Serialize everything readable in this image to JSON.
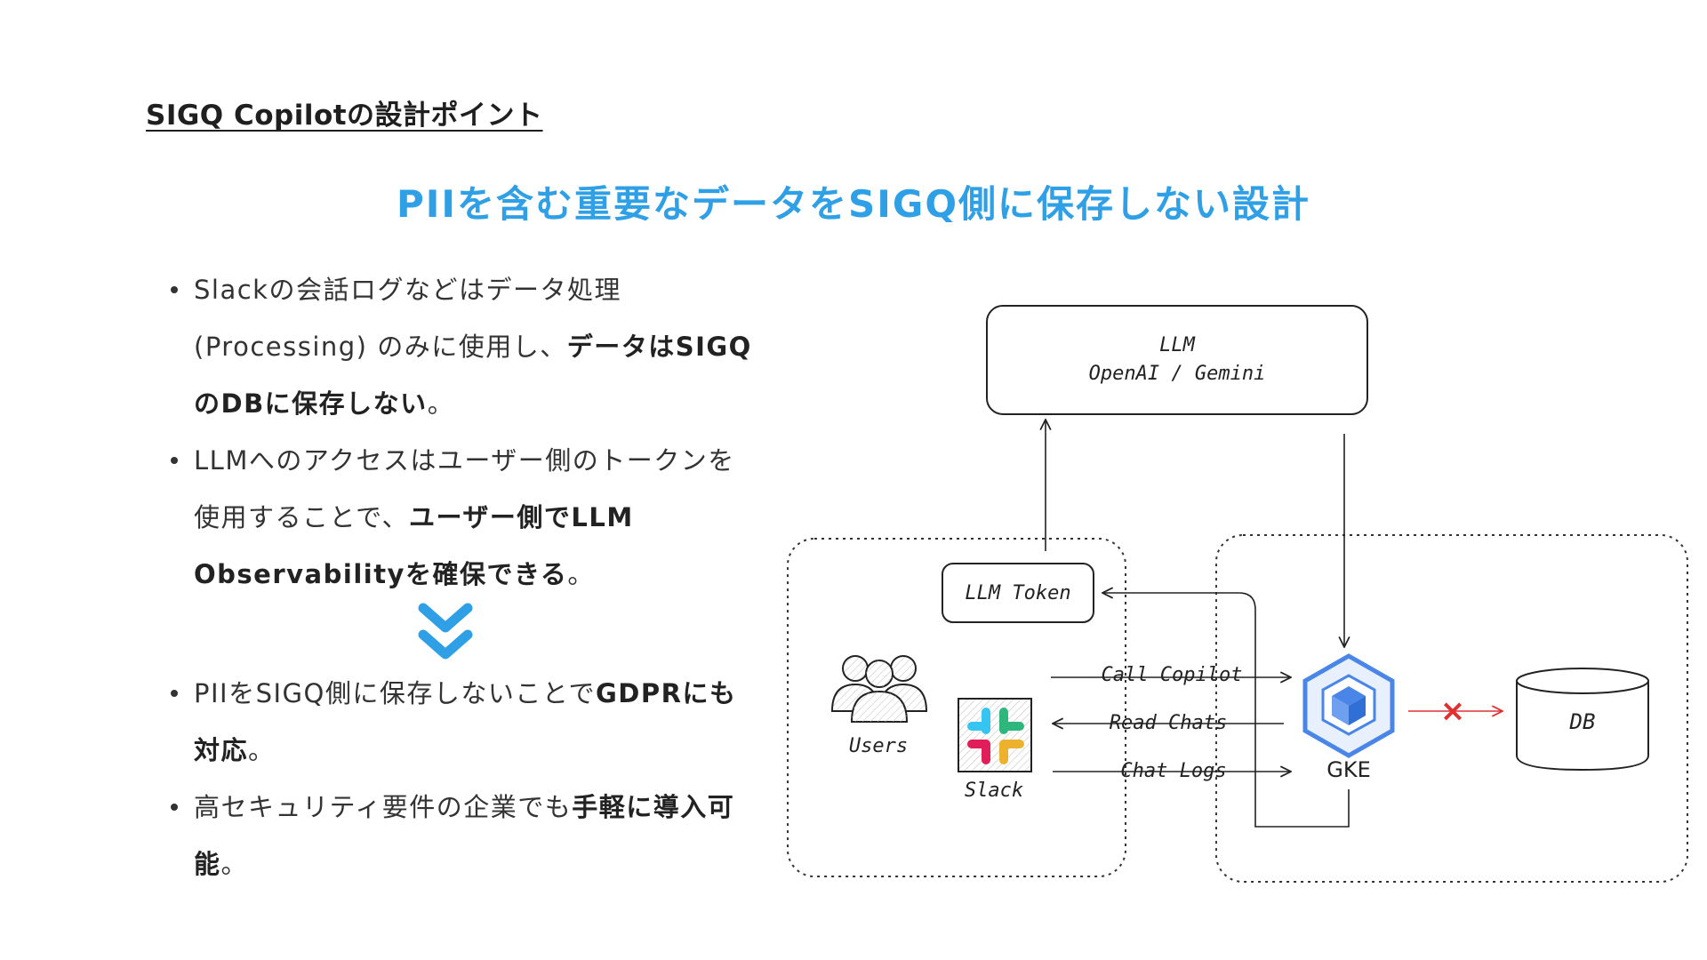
{
  "section_title": "SIGQ Copilotの設計ポイント",
  "headline": "PIIを含む重要なデータをSIGQ側に保存しない設計",
  "bullets_top": [
    {
      "plain": "Slackの会話ログなどはデータ処理(Processing) のみに使用し、",
      "bold": "データはSIGQのDBに保存しない",
      "tail": "。"
    },
    {
      "plain": "LLMへのアクセスはユーザー側のトークンを使用することで、",
      "bold": "ユーザー側でLLM Observabilityを確保できる",
      "tail": "。"
    }
  ],
  "bullets_bottom": [
    {
      "plain": "PIIをSIGQ側に保存しないことで",
      "bold": "GDPRにも対応",
      "tail": "。"
    },
    {
      "plain": "高セキュリティ要件の企業でも",
      "bold": "手軽に導入可能",
      "tail": "。"
    }
  ],
  "diagram": {
    "llm_box_title": "LLM",
    "llm_box_subtitle": "OpenAI / Gemini",
    "token_box": "LLM Token",
    "users_label": "Users",
    "slack_label": "Slack",
    "gke_label": "GKE",
    "db_label": "DB",
    "edge_call": "Call Copilot",
    "edge_read": "Read Chats",
    "edge_logs": "Chat Logs",
    "blocked_mark": "×"
  },
  "colors": {
    "accent": "#2f9fe6",
    "blocked": "#e03030",
    "gke_blue": "#4a86e8",
    "slack_green": "#2eb67d",
    "slack_blue": "#36c5f0",
    "slack_red": "#e01e5a",
    "slack_yellow": "#ecb22e"
  }
}
